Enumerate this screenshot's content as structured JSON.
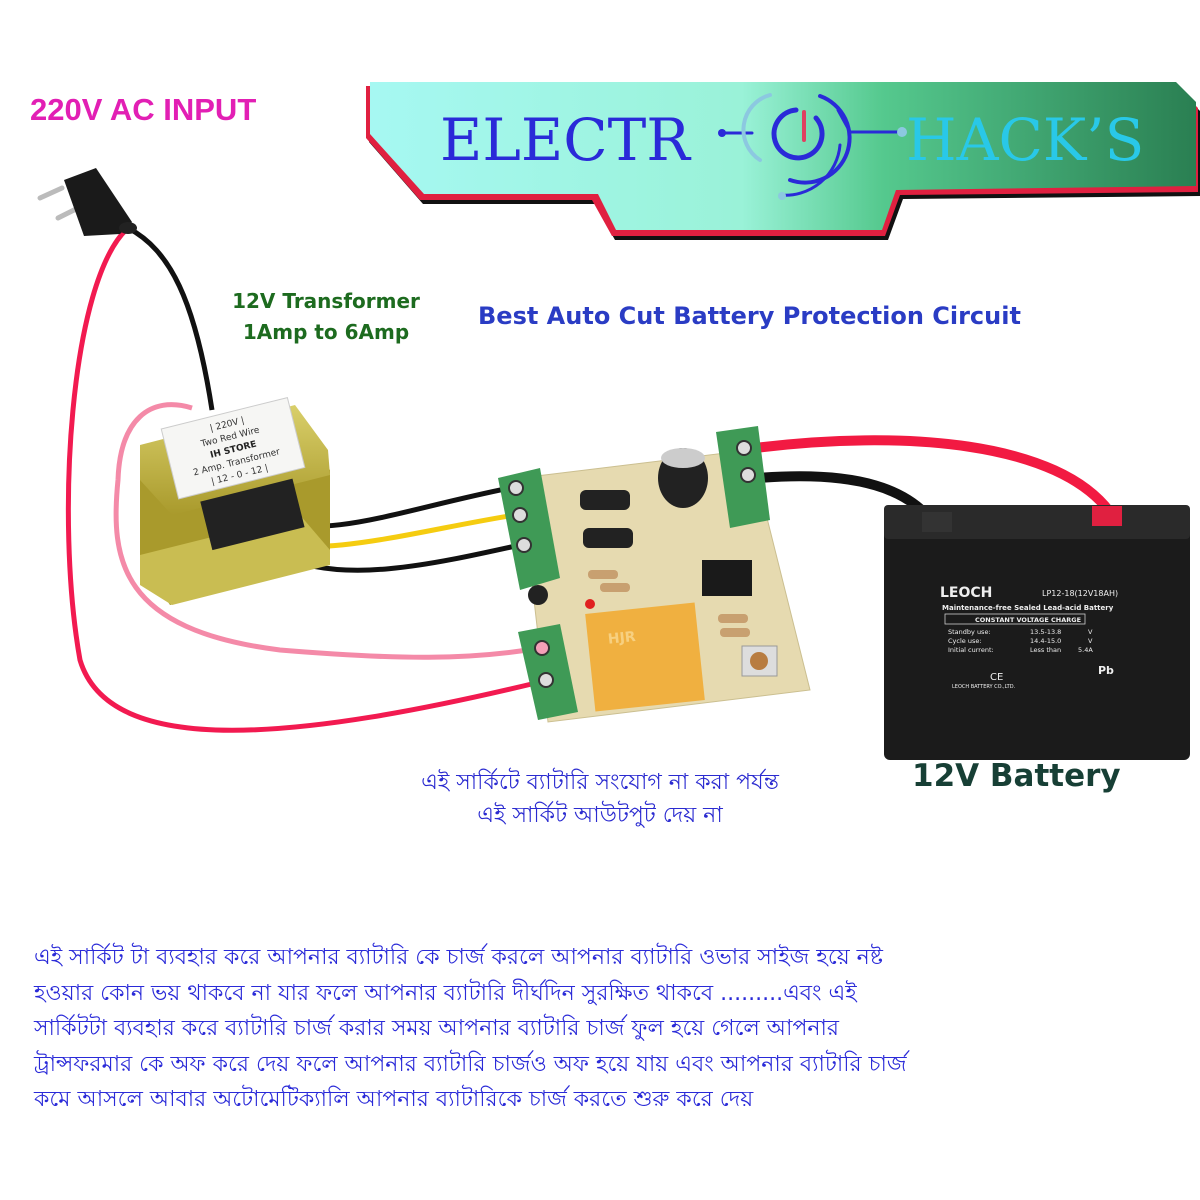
{
  "header": {
    "input_label": "220V AC INPUT",
    "logo": {
      "left_text": "ELECTR",
      "right_text": "HACK’S",
      "colors": {
        "left": "#2a2ad8",
        "right": "#29c8e8",
        "bg_light": "#9ff5ef",
        "bg_dark": "#2e8a55",
        "border": "#e02040"
      }
    }
  },
  "transformer": {
    "title_line1": "12V Transformer",
    "title_line2": "1Amp to 6Amp",
    "label": [
      "| 220V |",
      "Two Red Wire",
      "IH STORE",
      "2 Amp. Transformer",
      "| 12 - 0 - 12 |"
    ]
  },
  "main_title": "Best Auto Cut Battery Protection Circuit",
  "board": {
    "relay_brand": "HJR"
  },
  "battery": {
    "title": "12V Battery",
    "brand": "LEOCH",
    "model": "LP12-18(12V18AH)",
    "type": "Maintenance-free Sealed Lead-acid Battery",
    "charge_header": "CONSTANT VOLTAGE CHARGE",
    "rows": [
      {
        "label": "Standby use:",
        "value": "13.5-13.8",
        "unit": "V"
      },
      {
        "label": "Cycle use:",
        "value": "14.4-15.0",
        "unit": "V"
      },
      {
        "label": "Initial current:",
        "value": "Less than",
        "unit": "5.4A"
      }
    ],
    "maker": "LEOCH BATTERY CO.,LTD.",
    "marks": [
      "CE",
      "Pb"
    ]
  },
  "caption": {
    "line1": "এই সার্কিটে ব্যাটারি সংযোগ না করা পর্যন্ত",
    "line2": "এই সার্কিট আউটপুট দেয় না"
  },
  "description": [
    "এই সার্কিট টা ব্যবহার করে আপনার ব্যাটারি কে চার্জ করলে আপনার ব্যাটারি ওভার সাইজ হয়ে নষ্ট",
    "হওয়ার কোন ভয় থাকবে না যার ফলে আপনার ব্যাটারি দীর্ঘদিন সুরক্ষিত থাকবে .........এবং এই",
    "সার্কিটটা ব্যবহার করে ব্যাটারি চার্জ করার সময় আপনার ব্যাটারি চার্জ ফুল হয়ে গেলে আপনার",
    "ট্রান্সফরমার কে অফ করে দেয় ফলে আপনার ব্যাটারি চার্জও অফ হয়ে যায় এবং আপনার ব্যাটারি চার্জ",
    "কমে আসলে আবার অটোমেটিক্যালি আপনার ব্যাটারিকে চার্জ করতে শুরু করে দেয়"
  ]
}
